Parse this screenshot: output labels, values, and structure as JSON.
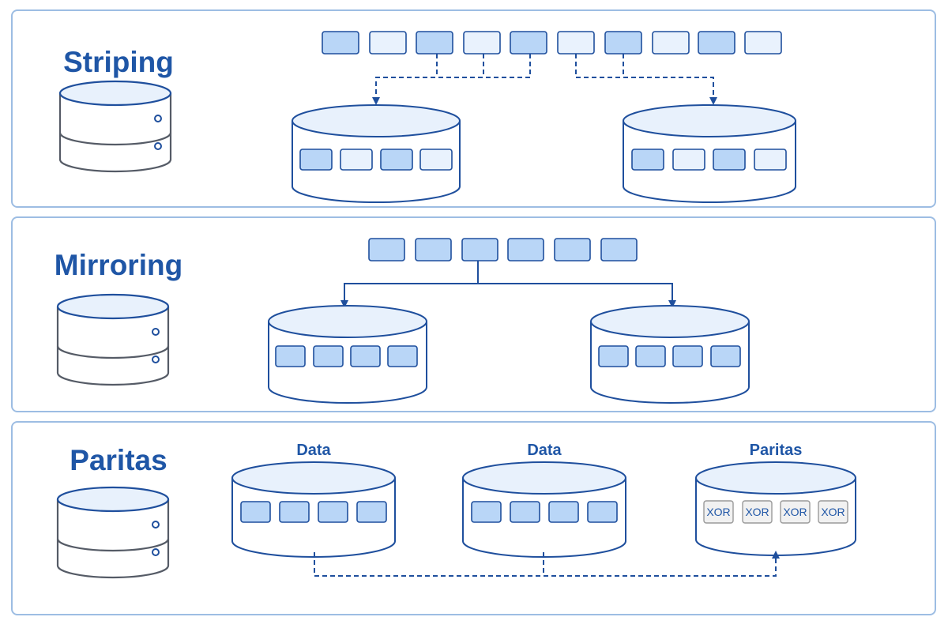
{
  "sections": {
    "striping": {
      "title": "Striping"
    },
    "mirroring": {
      "title": "Mirroring"
    },
    "parity": {
      "title": "Paritas",
      "disk_labels": [
        "Data",
        "Data",
        "Paritas"
      ],
      "xor_label": "XOR"
    }
  },
  "colors": {
    "stroke": "#1f4f9d",
    "frame": "#9dbde3",
    "block_dark": "#b9d6f7",
    "block_light": "#e9f2fd",
    "disk_fill": "#ffffff",
    "disk_top": "#e8f1fc",
    "xor_fill": "#f1f1f1",
    "xor_stroke": "#9a9a9a",
    "title": "#1f56a6"
  }
}
